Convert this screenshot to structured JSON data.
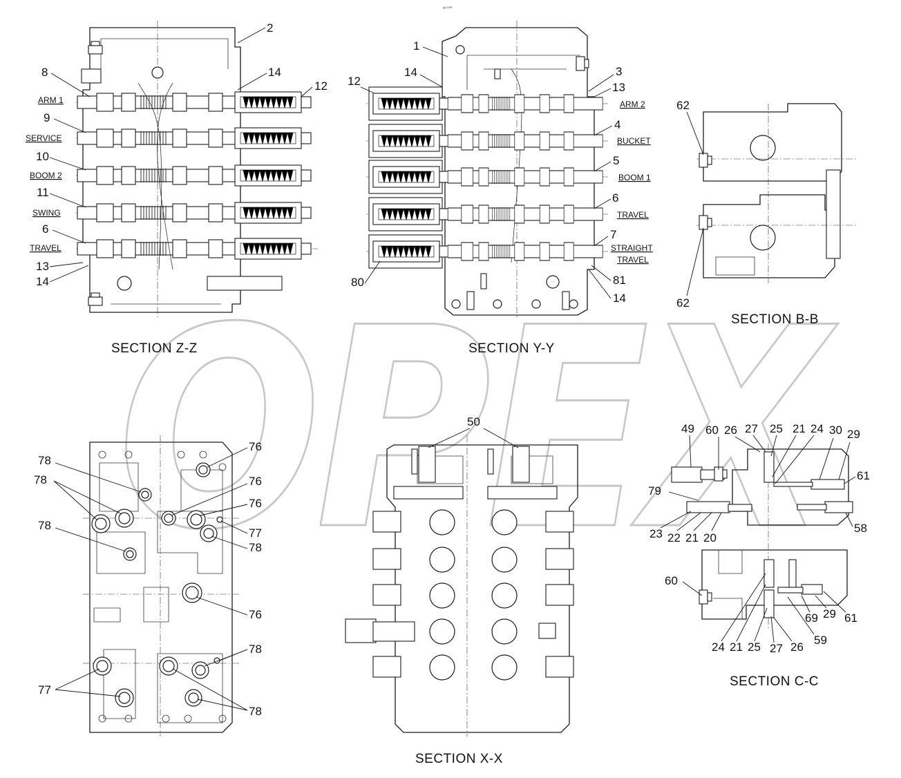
{
  "header": {
    "code": "ᵉᵇ ⁰⁰⁰"
  },
  "watermark": "OPEX",
  "sections": {
    "zz": {
      "title": "SECTION  Z-Z",
      "functions": [
        "ARM 1",
        "SERVICE",
        "BOOM 2",
        "SWING",
        "TRAVEL"
      ],
      "callouts": [
        "2",
        "8",
        "14",
        "12",
        "9",
        "10",
        "11",
        "6",
        "13",
        "14"
      ]
    },
    "yy": {
      "title": "SECTION  Y-Y",
      "functions": [
        "ARM 2",
        "BUCKET",
        "BOOM 1",
        "TRAVEL",
        "STRAIGHT",
        "TRAVEL"
      ],
      "callouts": [
        "1",
        "12",
        "14",
        "3",
        "13",
        "4",
        "5",
        "6",
        "7",
        "80",
        "81",
        "14"
      ]
    },
    "bb": {
      "title": "SECTION  B-B",
      "callouts": [
        "62",
        "62"
      ]
    },
    "left": {
      "callouts": [
        "76",
        "78",
        "76",
        "78",
        "76",
        "78",
        "77",
        "78",
        "76",
        "78",
        "77",
        "78",
        "78"
      ]
    },
    "xx": {
      "title": "SECTION  X-X",
      "callouts": [
        "50"
      ]
    },
    "cc": {
      "title": "SECTION  C-C",
      "callouts": [
        "49",
        "60",
        "26",
        "27",
        "25",
        "21",
        "24",
        "30",
        "29",
        "61",
        "79",
        "58",
        "23",
        "22",
        "21",
        "20",
        "60",
        "69",
        "29",
        "61",
        "24",
        "21",
        "25",
        "27",
        "26",
        "59"
      ]
    }
  }
}
